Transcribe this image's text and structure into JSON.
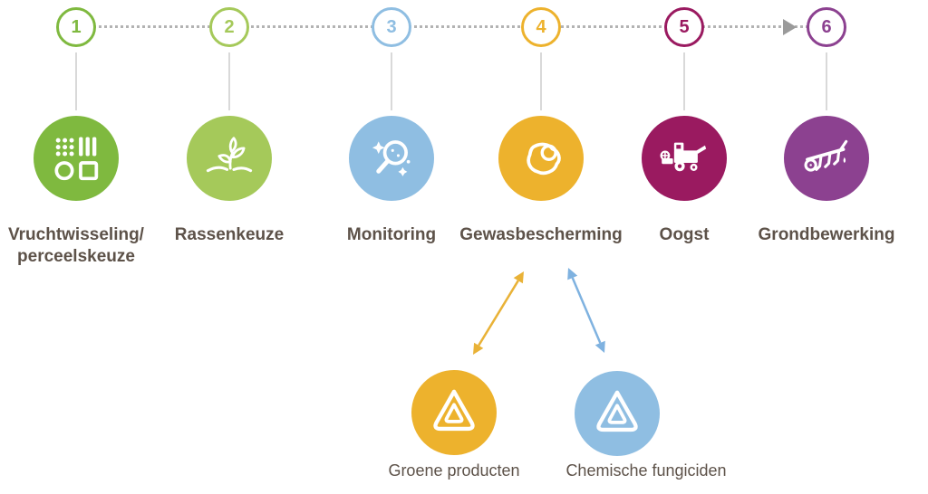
{
  "steps": [
    {
      "number": "1",
      "label": "Vruchtwisseling/\nperceelskeuze",
      "color": "#7FB93F",
      "icon": "field-selection-icon"
    },
    {
      "number": "2",
      "label": "Rassenkeuze",
      "color": "#A5C95A",
      "icon": "seedling-icon"
    },
    {
      "number": "3",
      "label": "Monitoring",
      "color": "#8FBEE2",
      "icon": "magnifier-icon"
    },
    {
      "number": "4",
      "label": "Gewasbescherming",
      "color": "#EDB22D",
      "icon": "crop-protection-icon"
    },
    {
      "number": "5",
      "label": "Oogst",
      "color": "#9A1A60",
      "icon": "harvester-icon"
    },
    {
      "number": "6",
      "label": "Grondbewerking",
      "color": "#8C4190",
      "icon": "tillage-icon"
    }
  ],
  "timeline": {
    "line_color": "#b3b3b3",
    "arrow_color": "#9a9a9a",
    "connector_color": "#d9d9d9"
  },
  "branches": [
    {
      "label": "Groene producten",
      "color": "#EDB22D",
      "arrow_color": "#E9B237",
      "icon": "adama-logo-icon"
    },
    {
      "label": "Chemische fungiciden",
      "color": "#8FBEE2",
      "arrow_color": "#7FB2E0",
      "icon": "adama-logo-icon"
    }
  ],
  "text_color": "#5D5249"
}
